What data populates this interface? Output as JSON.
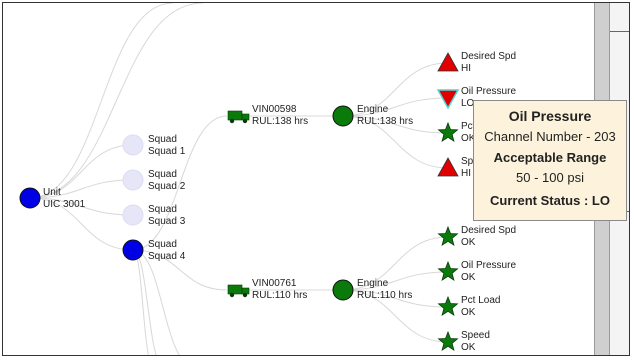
{
  "unit": {
    "label": "Unit",
    "sublabel": "UIC 3001"
  },
  "squads": [
    {
      "label": "Squad",
      "sublabel": "Squad 1",
      "active": false
    },
    {
      "label": "Squad",
      "sublabel": "Squad 2",
      "active": false
    },
    {
      "label": "Squad",
      "sublabel": "Squad 3",
      "active": false
    },
    {
      "label": "Squad",
      "sublabel": "Squad 4",
      "active": true
    }
  ],
  "vehicles": [
    {
      "label": "VIN00598",
      "sublabel": "RUL:138 hrs"
    },
    {
      "label": "VIN00761",
      "sublabel": "RUL:110 hrs"
    }
  ],
  "engines": [
    {
      "label": "Engine",
      "sublabel": "RUL:138 hrs"
    },
    {
      "label": "Engine",
      "sublabel": "RUL:110 hrs"
    }
  ],
  "channels_vin00598": [
    {
      "label": "Desired Spd",
      "status": "HI",
      "icon": "triangle-up-red"
    },
    {
      "label": "Oil Pressure",
      "status": "LO",
      "icon": "triangle-down-red"
    },
    {
      "label": "Pct Load",
      "status": "OK",
      "icon": "star-green"
    },
    {
      "label": "Speed",
      "status": "HI",
      "icon": "triangle-up-red"
    }
  ],
  "channels_vin00761": [
    {
      "label": "Desired Spd",
      "status": "OK",
      "icon": "star-green"
    },
    {
      "label": "Oil Pressure",
      "status": "OK",
      "icon": "star-green"
    },
    {
      "label": "Pct Load",
      "status": "OK",
      "icon": "star-green"
    },
    {
      "label": "Speed",
      "status": "OK",
      "icon": "star-green"
    }
  ],
  "tooltip": {
    "title": "Oil Pressure",
    "channel": "Channel Number - 203",
    "range_label": "Acceptable Range",
    "range_value": "50 - 100 psi",
    "status": "Current Status : LO"
  },
  "colors": {
    "node_blue": "#0000e6",
    "node_faded": "#e6e6f8",
    "node_green": "#0a7a0a",
    "alert_red": "#e00000",
    "tooltip_bg": "#fdf3dd",
    "link": "#d8d8d8"
  }
}
